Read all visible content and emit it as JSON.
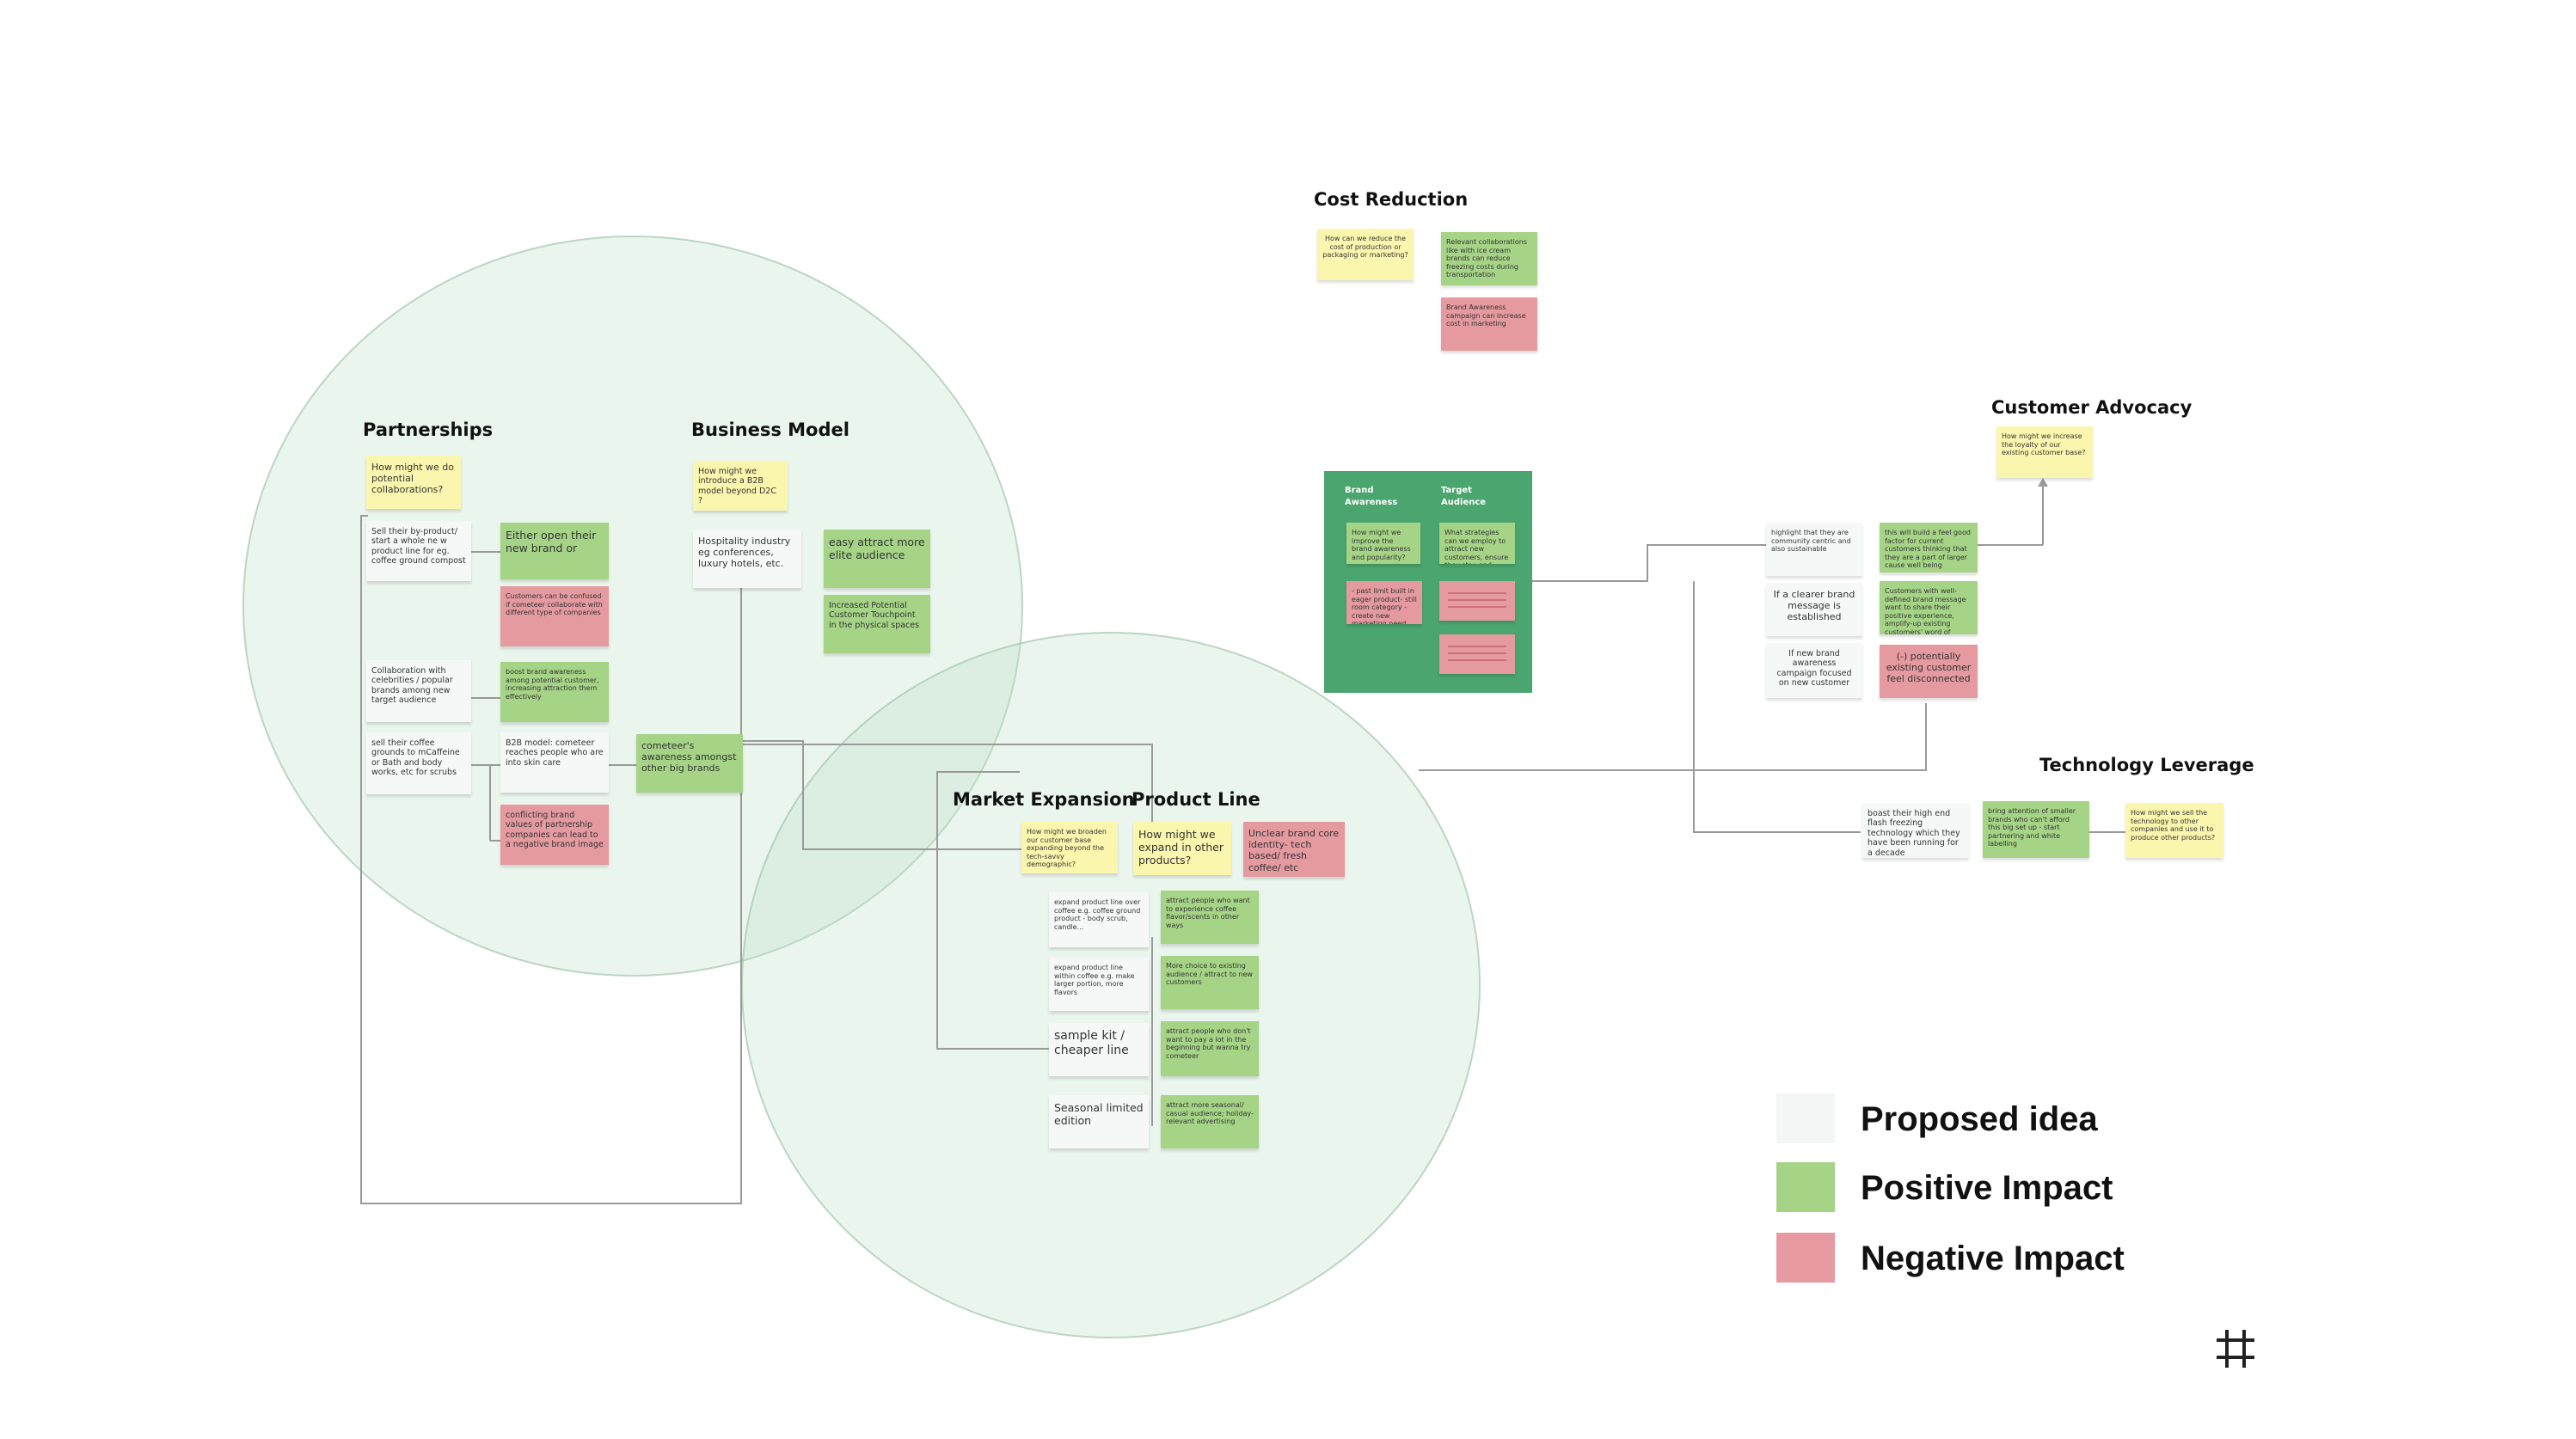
{
  "sections": {
    "cost_reduction": "Cost Reduction",
    "partnerships": "Partnerships",
    "business_model": "Business Model",
    "customer_advocacy": "Customer Advocacy",
    "technology_leverage": "Technology Leverage",
    "market_expansion": "Market Expansion",
    "product_line": "Product Line"
  },
  "notes": {
    "cost_q": "How can we reduce the cost of production or packaging or marketing?",
    "cost_g1": "Relevant collaborations like with ice cream brands can reduce freezing costs during transportation",
    "cost_r1": "Brand Awareness campaign can increase cost in marketing",
    "part_q": "How might we do potential collaborations?",
    "part_w1": "Sell their by-product/ start a whole ne w product line for eg. coffee ground compost",
    "part_g1": "Either open their new brand or",
    "part_r1": "Customers can be confused if cometeer collaborate with different type of companies",
    "part_w2": "Collaboration with celebrities / popular brands among new target audience",
    "part_g2": "boost brand awareness among potential customer, increasing attraction them effectively",
    "part_w3": "sell their coffee grounds to mCaffeine or Bath and body works, etc for scrubs",
    "part_w4": "B2B model: cometeer reaches people who are into skin care",
    "part_g3": "cometeer's awareness amongst other big brands",
    "part_r2": "conflicting brand values of partnership companies can lead to a negative brand image",
    "bm_q": "How might we introduce a B2B model beyond D2C ?",
    "bm_w1": "Hospitality industry eg conferences, luxury hotels, etc.",
    "bm_g1": "easy attract more elite audience",
    "bm_g2": "Increased Potential Customer Touchpoint in the physical spaces",
    "me_q": "How might we broaden our customer base expanding beyond the tech-savvy demographic?",
    "pl_q": "How might we expand in other products?",
    "pl_r1": "Unclear brand core identity- tech based/ fresh coffee/ etc",
    "pl_w1": "expand product line over coffee e.g. coffee ground product - body scrub, candle...",
    "pl_g1": "attract people who want to experience coffee flavor/scents in other ways",
    "pl_w2": "expand product line within coffee e.g. make larger portion, more flavors",
    "pl_g2": "More choice to existing audience / attract to new customers",
    "pl_w3": "sample kit / cheaper line",
    "pl_g3": "attract people who don't want to pay a lot in the beginning but wanna try cometeer",
    "pl_w4": "Seasonal limited edition",
    "pl_g4": "attract more seasonal/ casual audience; holiday-relevant advertising",
    "gb_g1": "How might we improve the brand awareness and popularity?",
    "gb_g2": "What strategies can we employ to attract new customers, ensure they stay and choose to drink preferred",
    "gb_r1": "- past limit built in eager product- still room category - create new marketing need and support to attract new target audience",
    "ca_q": "How might we increase the loyalty of our existing customer base?",
    "ca_w1": "highlight that they are community centric and also sustainable",
    "ca_g1": "this will build a feel good factor for current customers thinking that they are a part of larger cause well being",
    "ca_w2": "If a clearer brand message is established",
    "ca_g2": "Customers with well-defined brand message want to share their positive experience, amplify-up existing customers' word of mouth",
    "ca_w3": "If new brand awareness campaign focused on new customer",
    "ca_r1": "(-) potentially existing customer feel disconnected",
    "tl_w1": "boast their high end flash freezing technology which they have been running for a decade",
    "tl_g1": "bring attention of smaller brands who can't afford this big set up - start partnering and white labelling",
    "tl_q": "How might we sell the technology to other companies and use it to produce other products?"
  },
  "green_box": {
    "col1": "Brand Awareness",
    "col2": "Target Audience"
  },
  "legend": {
    "proposed": "Proposed idea",
    "positive": "Positive Impact",
    "negative": "Negative Impact",
    "colors": {
      "proposed": "#f3f6f5",
      "positive": "#a5d486",
      "negative": "#e79aa1"
    }
  },
  "icons": {
    "frame": "frame-icon"
  }
}
